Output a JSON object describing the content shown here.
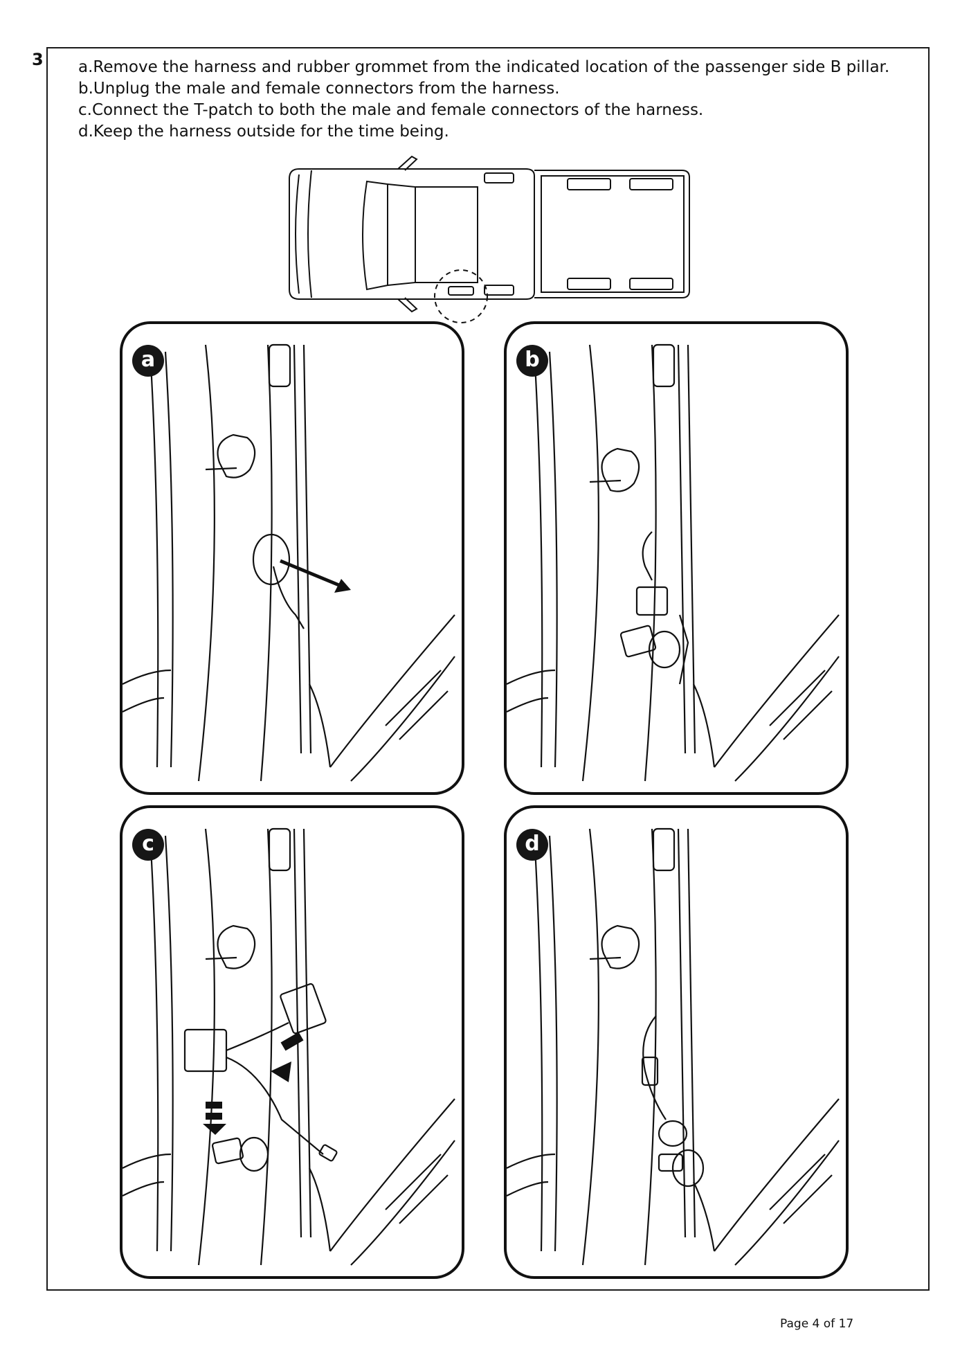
{
  "step": {
    "number": "3"
  },
  "instructions": [
    "a.Remove the harness and rubber grommet from the indicated location of the passenger side B pillar.",
    "b.Unplug the male and female connectors from the harness.",
    "c.Connect the T-patch to both the male and female connectors of the harness.",
    "d.Keep the harness outside for the time being."
  ],
  "panels": [
    {
      "letter": "a"
    },
    {
      "letter": "b"
    },
    {
      "letter": "c"
    },
    {
      "letter": "d"
    }
  ],
  "footer": {
    "page": "Page 4 of 17"
  }
}
